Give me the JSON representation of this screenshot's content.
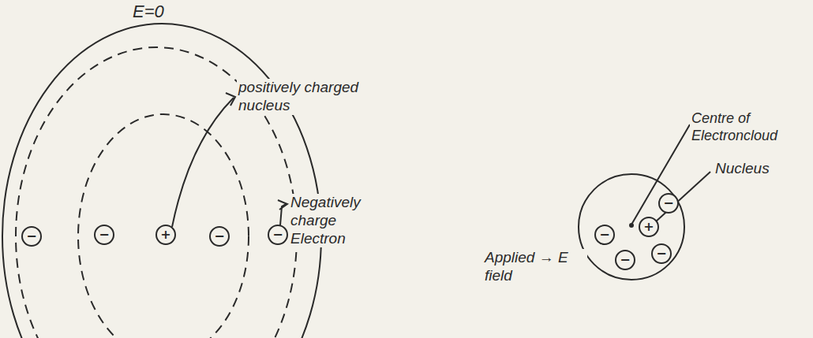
{
  "diagram": {
    "nodes": [
      {
        "text": [
          "−"
        ]
      },
      {
        "text": [
          "−"
        ]
      },
      {
        "text": [
          "+"
        ]
      },
      {
        "text": [
          "−"
        ]
      },
      {
        "text": [
          "−"
        ]
      },
      {
        "text": [
          "−"
        ]
      },
      {
        "text": [
          "−"
        ]
      },
      {
        "text": [
          "+"
        ]
      },
      {
        "text": [
          "−"
        ]
      },
      {
        "text": [
          "−"
        ]
      }
    ],
    "labels": [
      "E=0",
      "positively charged nucleus",
      "Negatively charge Electron",
      "Centre of Electroncloud",
      "Nucleus",
      "Applied → E field"
    ]
  }
}
